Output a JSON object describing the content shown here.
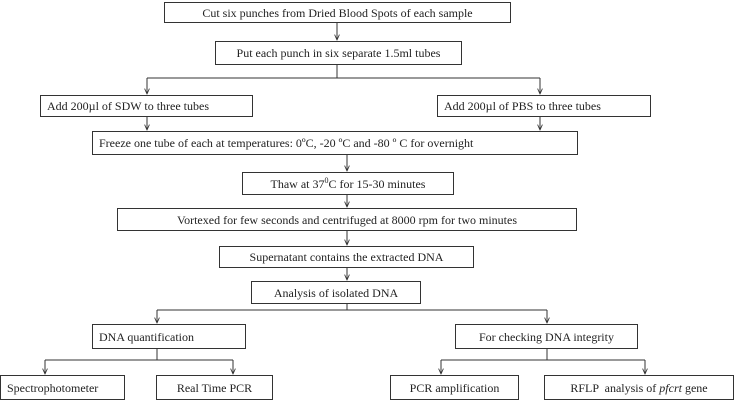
{
  "colors": {
    "line": "#333333",
    "box_border": "#333333",
    "text": "#222222"
  },
  "steps": {
    "cut": "Cut six punches from Dried Blood Spots of each sample",
    "put": "Put each punch in six separate 1.5ml tubes",
    "sdw": "Add 200µl of SDW to three tubes",
    "pbs": "Add 200µl of PBS to three tubes",
    "freeze": "Freeze one tube of each at temperatures: 0ºC, -20 ºC and -80 º C for overnight",
    "thaw_prefix": "Thaw at 37",
    "thaw_sup": "0",
    "thaw_suffix": "C for 15-30 minutes",
    "vortex": "Vortexed for few seconds and centrifuged at 8000 rpm for two minutes",
    "supernatant": "Supernatant contains the extracted DNA",
    "analysis": "Analysis of isolated DNA",
    "quant": "DNA quantification",
    "integrity": "For checking DNA integrity",
    "spectro": "Spectrophotometer",
    "rtpcr": "Real Time PCR",
    "pcramp": "PCR amplification",
    "rflp_prefix": "RFLP  analysis of ",
    "rflp_gene": "pfcrt",
    "rflp_suffix": " gene"
  }
}
